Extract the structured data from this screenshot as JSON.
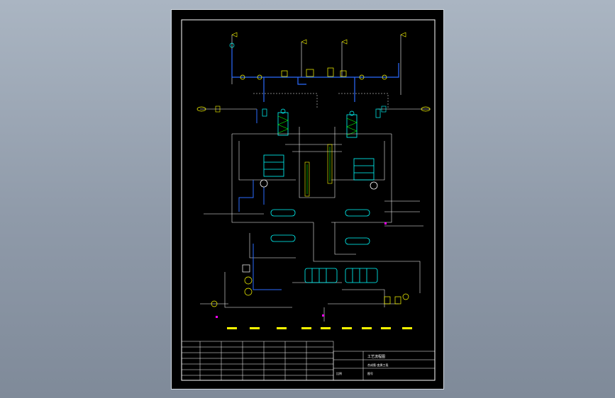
{
  "colors": {
    "background": "#000000",
    "frame": "#ffffff",
    "process_line": "#ffffff",
    "water_line": "#2b6bff",
    "equipment": "#00ffff",
    "labels": "#ffff00",
    "instrument": "#00ff00",
    "accent": "#ff00ff"
  },
  "title_block": {
    "drawing_title": "工艺流程图",
    "sub_title": "合成氨-变换工段",
    "scale_label": "比例",
    "sheet_label": "图号"
  },
  "icons": [
    "vent-flag-icon",
    "valve-icon",
    "pump-icon",
    "heat-exchanger-icon",
    "tower-icon",
    "instrument-bubble-icon"
  ]
}
